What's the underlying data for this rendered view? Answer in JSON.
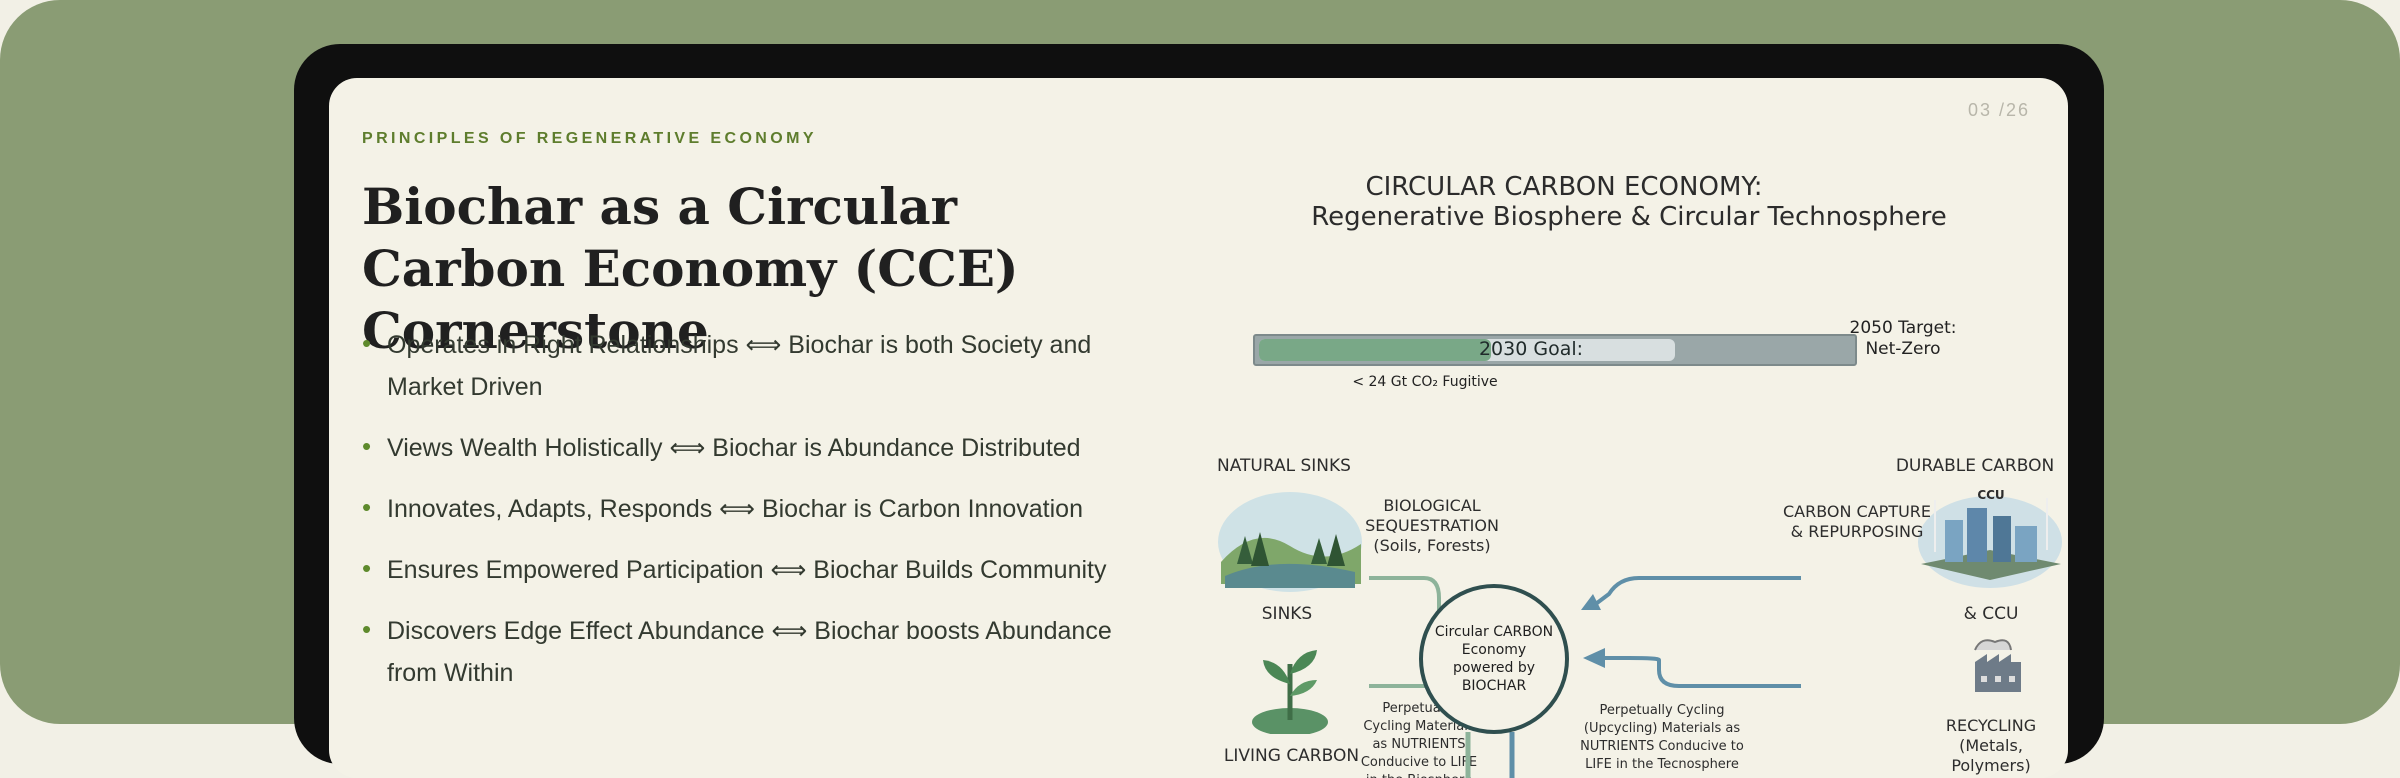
{
  "slide": {
    "page_number": "03 /26",
    "eyebrow": "PRINCIPLES OF REGENERATIVE ECONOMY",
    "title": "Biochar as a Circular Carbon Economy (CCE) Cornerstone",
    "bullets": [
      "Operates in Right Relationships ⟺ Biochar is both Society and Market Driven",
      "Views Wealth Holistically ⟺ Biochar is Abundance Distributed",
      "Innovates, Adapts, Responds ⟺ Biochar is Carbon Innovation",
      "Ensures Empowered Participation ⟺ Biochar Builds Community",
      "Discovers Edge Effect Abundance ⟺ Biochar boosts Abundance from Within"
    ]
  },
  "infographic": {
    "title": "CIRCULAR CARBON ECONOMY:",
    "subtitle": "Regenerative Biosphere & Circular Technosphere",
    "goal_bar": {
      "label": "2030 Goal:",
      "note": "< 24 Gt CO₂ Fugitive",
      "target": "2050 Target: Net-Zero"
    },
    "natural_sinks": "NATURAL SINKS",
    "sinks": "SINKS",
    "living_carbon": "LIVING CARBON",
    "bio_seq": "BIOLOGICAL SEQUESTRATION",
    "bio_seq_sub": "(Soils, Forests)",
    "bio_cycle": "Perpetually Cycling Materials as NUTRIENTS Conducive to LIFE in the Biosphere",
    "hub": "Circular CARBON Economy powered by BIOCHAR",
    "durable_carbon": "DURABLE CARBON",
    "ccu_badge": "CCU",
    "carbon_capture": "CARBON CAPTURE & REPURPOSING",
    "and_ccu": "& CCU",
    "tech_cycle": "Perpetually Cycling (Upcycling) Materials as NUTRIENTS Conducive to LIFE in the Tecnosphere",
    "recycling": "RECYCLING",
    "recycling_sub": "(Metals, Polymers) Aggregates"
  },
  "colors": {
    "frame": "#8a9c74",
    "accent": "#5e7d2d",
    "slide_bg": "#f4f2e7"
  }
}
